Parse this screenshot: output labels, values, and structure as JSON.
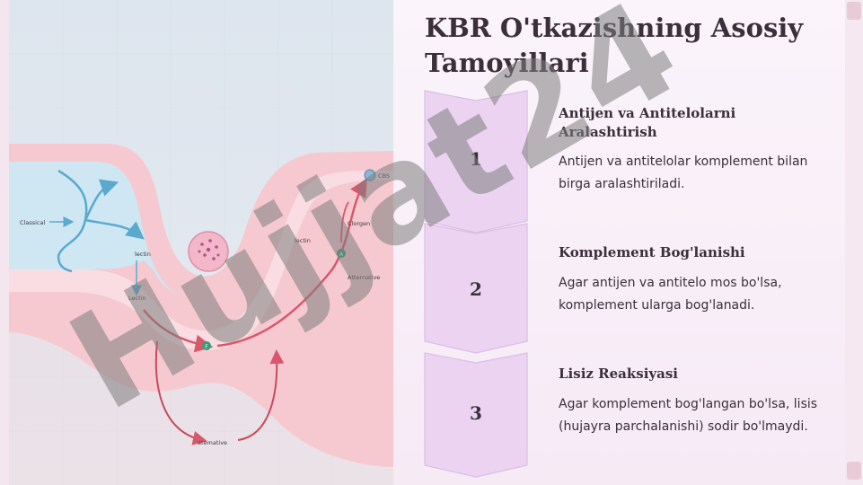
{
  "title": "KBR O'tkazishning Asosiy Tamoyillari",
  "steps": [
    {
      "number": "1",
      "heading": "Antijen va Antitelolarni Aralashtirish",
      "description": "Antijen va antitelolar komplement bilan birga aralashtiriladi."
    },
    {
      "number": "2",
      "heading": "Komplement Bog'lanishi",
      "description": "Agar antijen va antitelo mos bo'lsa, komplement ularga bog'lanadi."
    },
    {
      "number": "3",
      "heading": "Lisiz Reaksiyasi",
      "description": "Agar komplement bog'langan bo'lsa, lisis (hujayra parchalanishi) sodir bo'lmaydi."
    }
  ],
  "diagram": {
    "labels": {
      "classical": "Classical",
      "lectin_top": "lectin",
      "lectin_bottom": "Lectin",
      "lectin_right": "lectin",
      "clorgen": "Clorgen",
      "atternative": "Atternative",
      "atemative": "atemative",
      "cbs": "CBS",
      "node_a": "A",
      "node_f": "F"
    }
  },
  "watermark_text": "Hujjat24",
  "colors": {
    "title": "#3a2f3a",
    "chevron_fill": "#ecd3f2",
    "chevron_stroke": "#d9bde6",
    "pink_channel": "#f6c9d0",
    "blue_channel": "#cfe6f3",
    "arrow_blue": "#5aa9cf",
    "arrow_red": "#d9576a",
    "node_green": "#3a9a7a",
    "watermark": "#8a8a8a",
    "watermark_purple": "#c8a7e8"
  }
}
